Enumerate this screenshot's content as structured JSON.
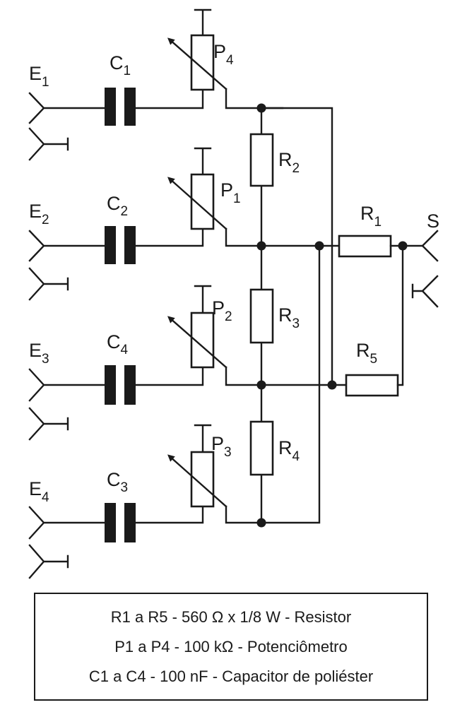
{
  "inputs": [
    {
      "letter": "E",
      "sub": "1"
    },
    {
      "letter": "E",
      "sub": "2"
    },
    {
      "letter": "E",
      "sub": "3"
    },
    {
      "letter": "E",
      "sub": "4"
    }
  ],
  "capacitors": [
    {
      "letter": "C",
      "sub": "1"
    },
    {
      "letter": "C",
      "sub": "2"
    },
    {
      "letter": "C",
      "sub": "4"
    },
    {
      "letter": "C",
      "sub": "3"
    }
  ],
  "potentiometers": [
    {
      "letter": "P",
      "sub": "4"
    },
    {
      "letter": "P",
      "sub": "1"
    },
    {
      "letter": "P",
      "sub": "2"
    },
    {
      "letter": "P",
      "sub": "3"
    }
  ],
  "resistors": [
    {
      "letter": "R",
      "sub": "2"
    },
    {
      "letter": "R",
      "sub": "3"
    },
    {
      "letter": "R",
      "sub": "4"
    },
    {
      "letter": "R",
      "sub": "1"
    },
    {
      "letter": "R",
      "sub": "5"
    }
  ],
  "output": {
    "label": "S"
  },
  "legend": [
    "R1 a R5 - 560 Ω x 1/8 W - Resistor",
    "P1 a P4 - 100 kΩ - Potenciômetro",
    "C1 a C4 - 100 nF - Capacitor de poliéster"
  ]
}
